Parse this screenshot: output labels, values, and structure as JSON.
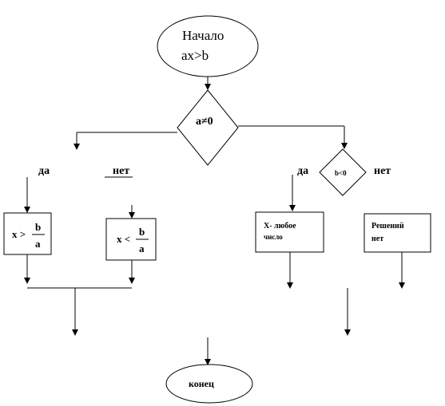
{
  "start": {
    "line1": "Начало",
    "line2": "ax>b"
  },
  "decision_main": {
    "label": "a≠0"
  },
  "left_branch": {
    "yes_label": "да",
    "no_label": "нет",
    "case_yes": {
      "lhs": "x >",
      "num": "b",
      "den": "a"
    },
    "case_no": {
      "lhs": "x <",
      "num": "b",
      "den": "a"
    }
  },
  "right_branch": {
    "yes_label": "да",
    "no_label": "нет",
    "decision": {
      "label": "b<0"
    },
    "box_yes": {
      "line1": "X- любое",
      "line2": "число"
    },
    "box_no": {
      "line1": "Решений",
      "line2": "нет"
    }
  },
  "end": {
    "label": "конец"
  }
}
